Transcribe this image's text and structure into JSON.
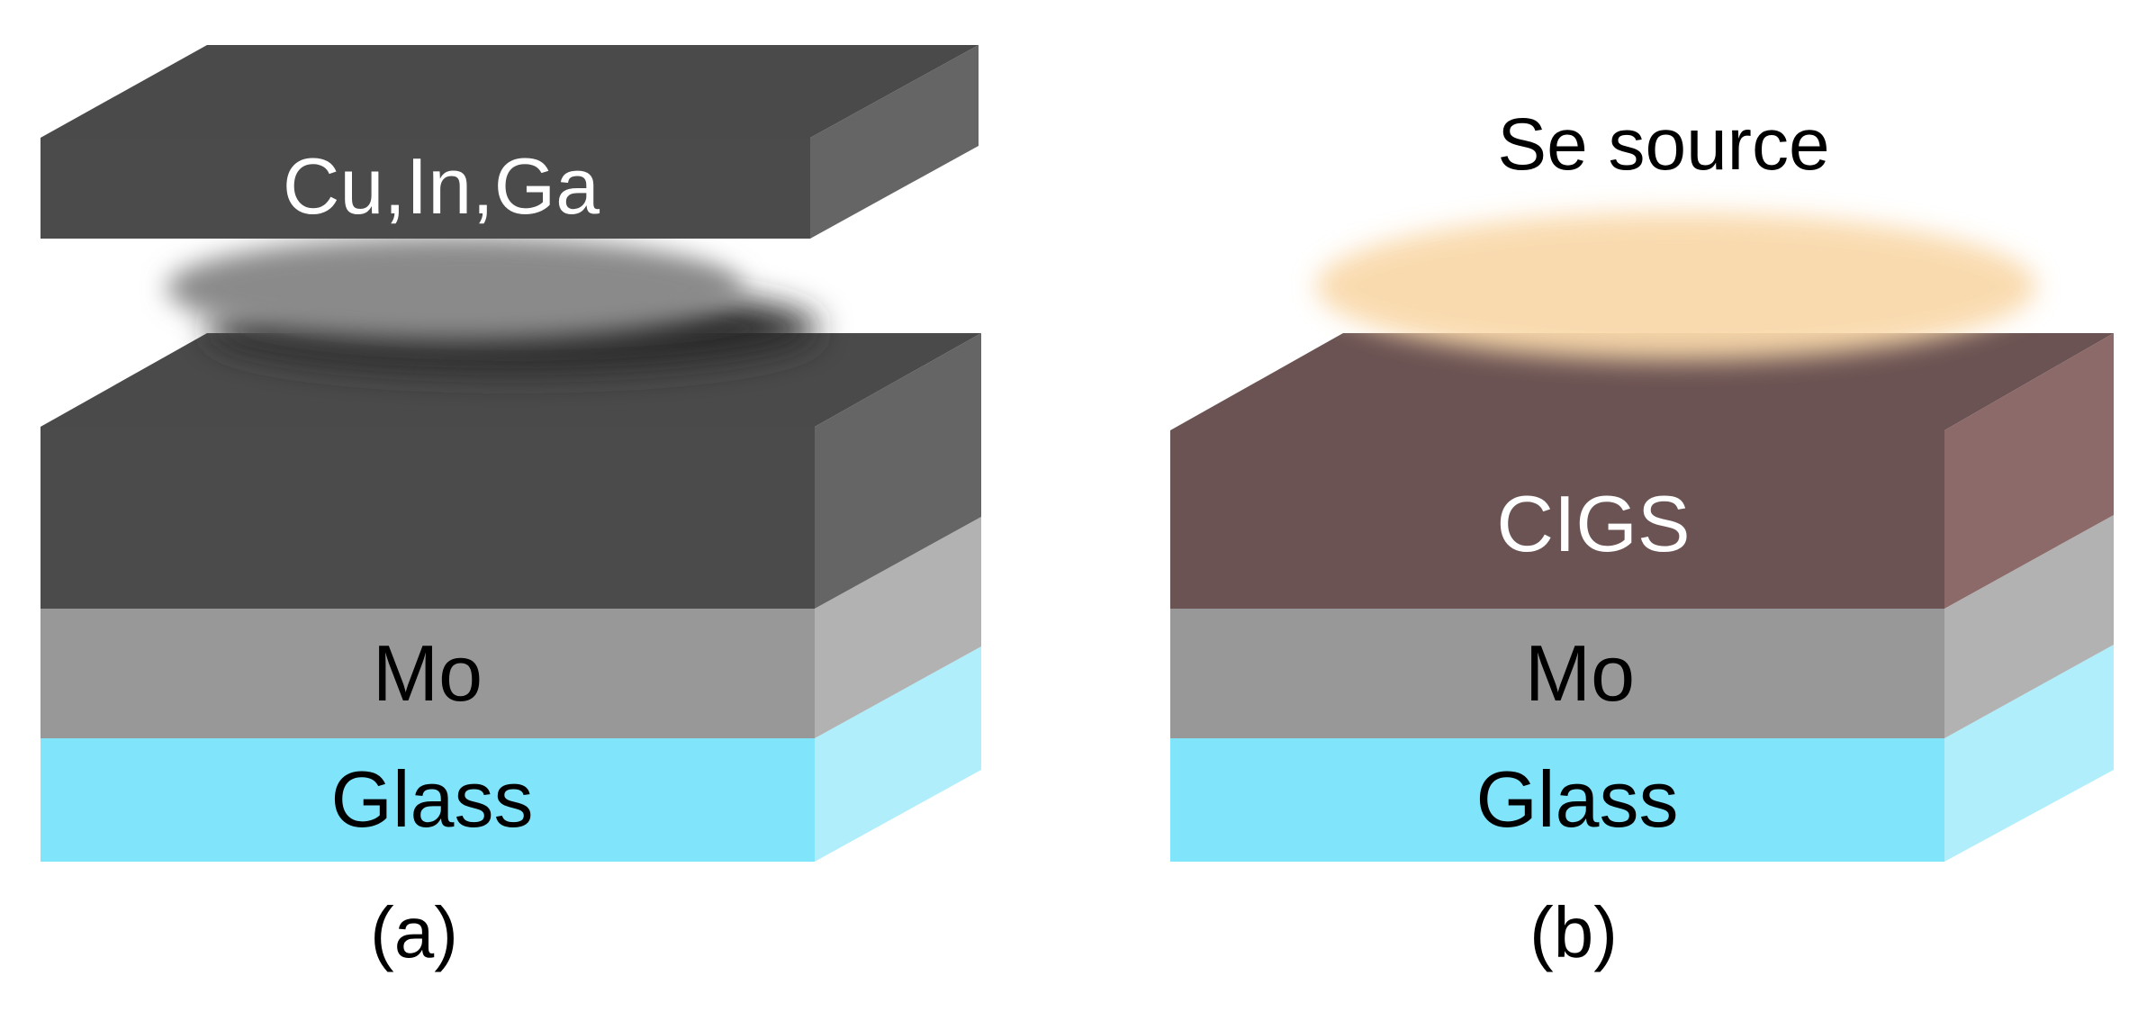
{
  "panel_a": {
    "caption": "(a)",
    "layers": {
      "top_source": "Cu,In,Ga",
      "mo": "Mo",
      "glass": "Glass"
    }
  },
  "panel_b": {
    "caption": "(b)",
    "source_label": "Se source",
    "layers": {
      "cigs": "CIGS",
      "mo": "Mo",
      "glass": "Glass"
    }
  },
  "colors": {
    "dark_layer_front": "#4b4b4b",
    "dark_layer_top": "#4a4a4a",
    "dark_layer_side": "#656565",
    "vapor_gray": "#8a8a8a",
    "cigs_front": "#6b5353",
    "cigs_side": "#8d6a6a",
    "mo_front": "#989898",
    "mo_side": "#b2b2b2",
    "glass_front": "#80e4fb",
    "glass_side": "#b0eefb",
    "se_vapor": "#f9d9ab"
  }
}
